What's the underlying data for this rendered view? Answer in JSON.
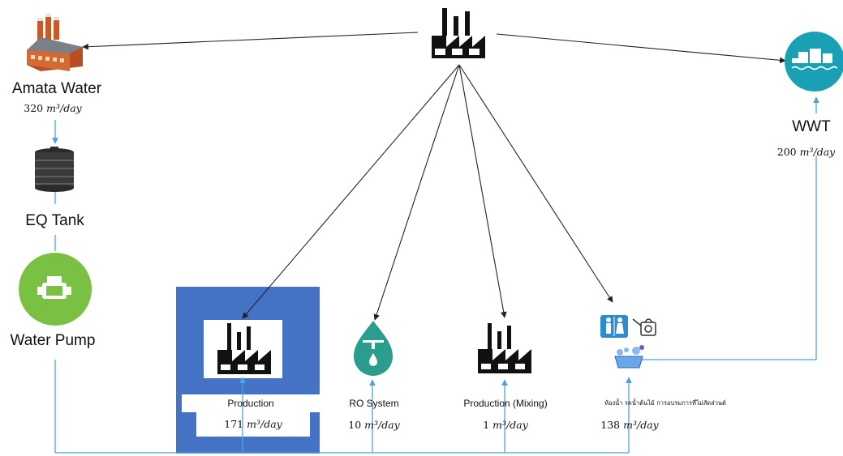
{
  "nodes": {
    "amata_water": {
      "label": "Amata Water",
      "flow": "320",
      "unit": "m³/day"
    },
    "eq_tank": {
      "label": "EQ Tank"
    },
    "water_pump": {
      "label": "Water Pump"
    },
    "wwt": {
      "label": "WWT",
      "flow": "200",
      "unit": "m³/day"
    },
    "production": {
      "label": "Production",
      "flow": "171",
      "unit": "m³/day"
    },
    "ro_system": {
      "label": "RO System",
      "flow": "10",
      "unit": "m³/day"
    },
    "production_mixing": {
      "label": "Production (Mixing)",
      "flow": "1",
      "unit": "m³/day"
    },
    "domestic": {
      "label": "ห้องน้ำ รดน้ำต้นไม้ การอบรมการที่ไม่สัดส่วนต์",
      "flow": "138",
      "unit": "m³/day"
    }
  },
  "icons": [
    "factory-icon",
    "amata-factory-icon",
    "wwt-icon",
    "tank-icon",
    "pump-icon",
    "water-drop-icon",
    "restroom-icon",
    "watering-can-icon",
    "cleaning-icon"
  ],
  "colors": {
    "flow_line": "#4aa3df",
    "arrow": "#222222",
    "production_box": "#4472c4",
    "wwt_circle": "#1aa0b4",
    "pump_circle": "#7ac143",
    "drop": "#2a9d8f"
  }
}
